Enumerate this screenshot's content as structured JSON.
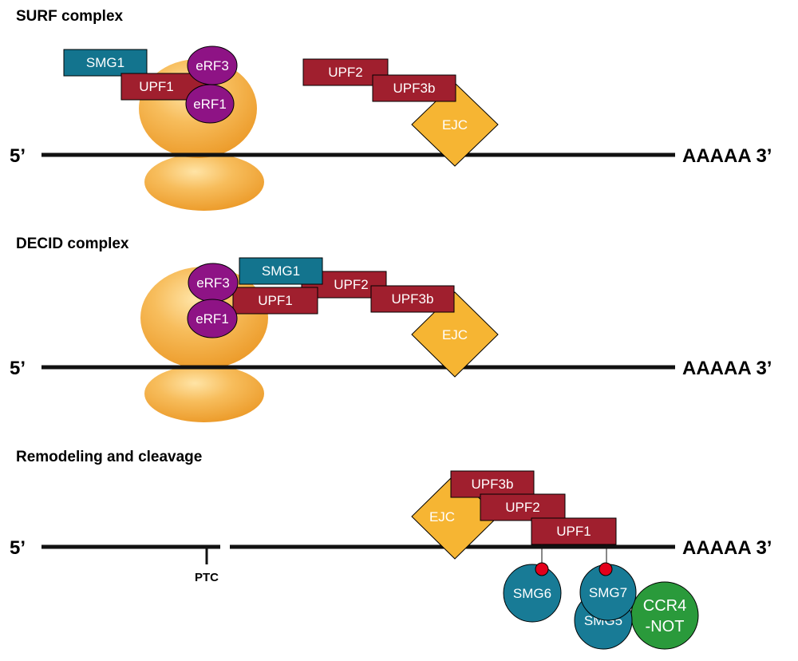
{
  "sections": [
    {
      "heading": "SURF complex",
      "five_prime": "5’",
      "three_prime": "AAAAA 3’",
      "labels": {
        "smg1": "SMG1",
        "upf1": "UPF1",
        "erf3": "eRF3",
        "erf1": "eRF1",
        "upf2": "UPF2",
        "upf3b": "UPF3b",
        "ejc": "EJC"
      }
    },
    {
      "heading": "DECID complex",
      "five_prime": "5’",
      "three_prime": "AAAAA 3’",
      "labels": {
        "erf3": "eRF3",
        "erf1": "eRF1",
        "smg1": "SMG1",
        "upf1": "UPF1",
        "upf2": "UPF2",
        "upf3b": "UPF3b",
        "ejc": "EJC"
      }
    },
    {
      "heading": "Remodeling and cleavage",
      "five_prime": "5’",
      "three_prime": "AAAAA 3’",
      "ptc": "PTC",
      "labels": {
        "upf3b": "UPF3b",
        "ejc": "EJC",
        "upf2": "UPF2",
        "upf1": "UPF1",
        "smg6": "SMG6",
        "smg7": "SMG7",
        "smg5": "SMG5",
        "ccr4_line1": "CCR4",
        "ccr4_line2": "-NOT"
      }
    }
  ],
  "colors": {
    "ribosome": "#f4ad3f",
    "ribosome_highlight": "#ffe4a6",
    "smg1_teal": "#13748e",
    "upf_red": "#a01f2e",
    "erf_purple": "#8e1385",
    "ejc_orange": "#f6b533",
    "smg_blue": "#187b96",
    "ccr4_green": "#2a9a3b",
    "phospho_red": "#e3001b",
    "mrna_black": "#111111"
  }
}
